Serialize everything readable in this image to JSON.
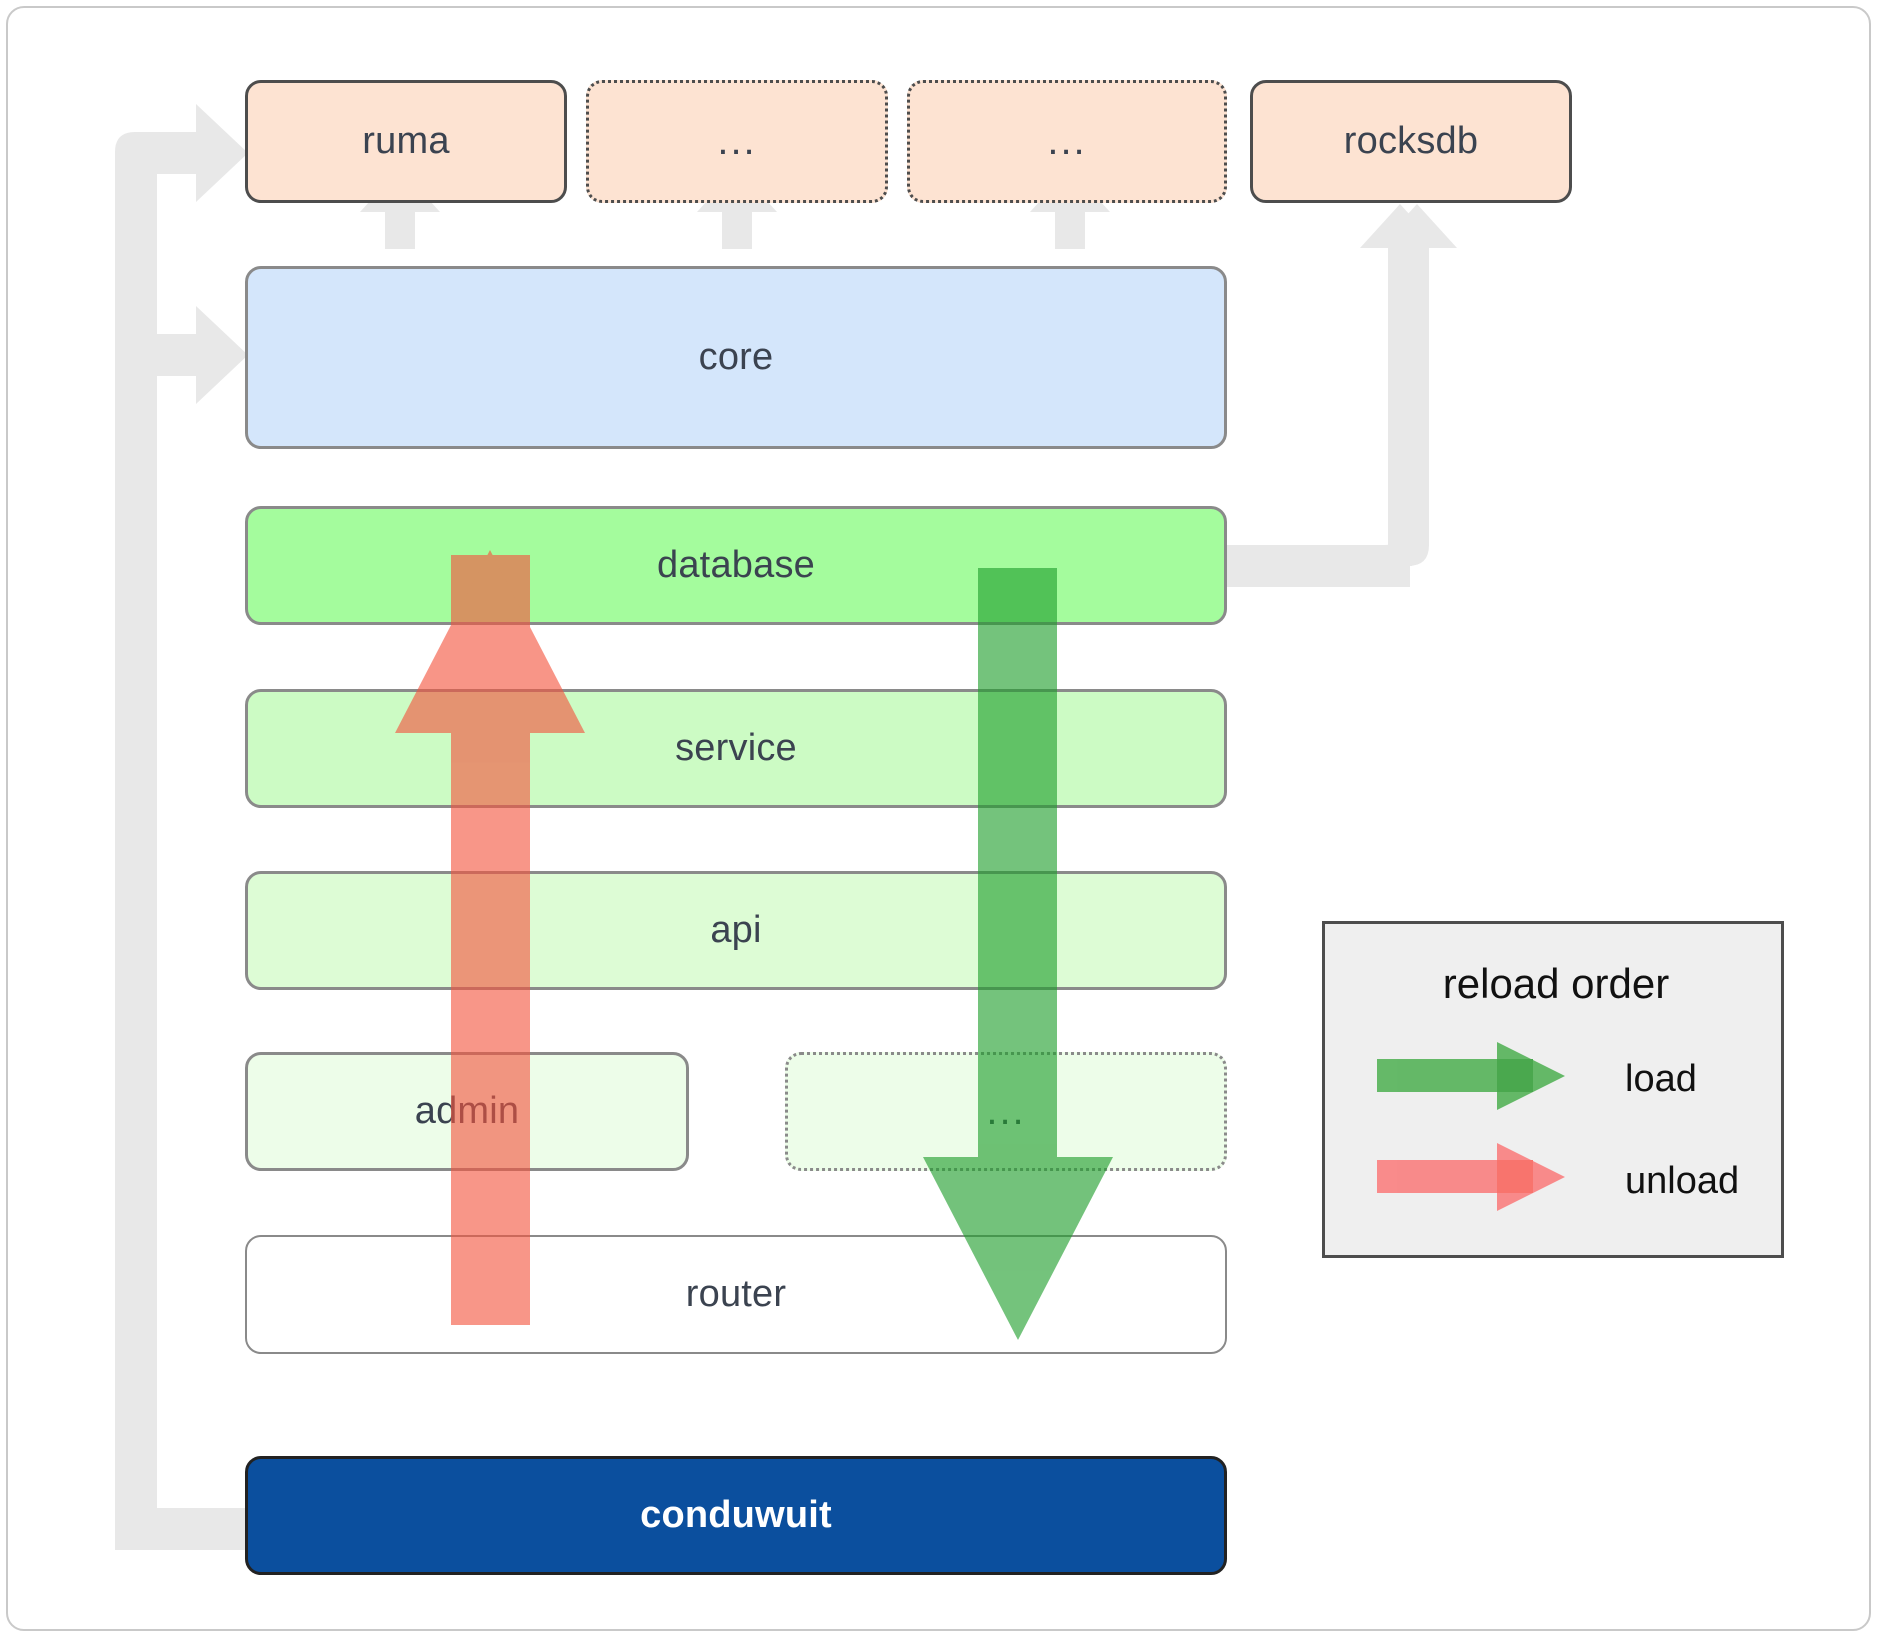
{
  "diagram": {
    "title": "conduwuit crate dependency / reload order",
    "dependencies": [
      {
        "id": "ruma",
        "label": "ruma",
        "style": "solid",
        "fill": "#fde3d2"
      },
      {
        "id": "dep-2",
        "label": "...",
        "style": "dotted",
        "fill": "#fde3d2"
      },
      {
        "id": "dep-3",
        "label": "...",
        "style": "dotted",
        "fill": "#fde3d2"
      },
      {
        "id": "rocksdb",
        "label": "rocksdb",
        "style": "solid",
        "fill": "#fde3d2"
      }
    ],
    "layers": [
      {
        "id": "core",
        "label": "core",
        "fill": "#d4e6fb",
        "style": "solid"
      },
      {
        "id": "database",
        "label": "database",
        "fill": "#a4fc9d",
        "style": "solid"
      },
      {
        "id": "service",
        "label": "service",
        "fill": "#ccfbc4",
        "style": "solid"
      },
      {
        "id": "api",
        "label": "api",
        "fill": "#ddfcd5",
        "style": "solid"
      },
      {
        "id": "admin",
        "label": "admin",
        "fill": "#edfde9",
        "style": "solid"
      },
      {
        "id": "admin-etc",
        "label": "...",
        "fill": "#edfde9",
        "style": "dotted"
      },
      {
        "id": "router",
        "label": "router",
        "fill": "#ffffff",
        "style": "solid"
      }
    ],
    "root": {
      "id": "conduwuit",
      "label": "conduwuit",
      "fill": "#0b4f9e",
      "text_color": "#ffffff"
    }
  },
  "legend": {
    "title": "reload order",
    "items": [
      {
        "id": "load",
        "label": "load",
        "color": "#4caf50"
      },
      {
        "id": "unload",
        "label": "unload",
        "color": "#fa8080"
      }
    ]
  },
  "colors": {
    "connector_grey": "#e8e8e8",
    "border_grey": "#8a8a8a",
    "border_dark": "#4d4d4d",
    "load_green": "#4caf50",
    "unload_red": "#fa8080",
    "page_background": "#ffffff",
    "legend_background": "#efefef"
  },
  "chart_data": {
    "type": "diagram",
    "title": "conduwuit crate layering and reload order",
    "nodes": [
      "ruma",
      "...",
      "...",
      "rocksdb",
      "core",
      "database",
      "service",
      "api",
      "admin",
      "...",
      "router",
      "conduwuit"
    ],
    "edges": [
      {
        "from": "core",
        "to": "ruma",
        "kind": "uses"
      },
      {
        "from": "core",
        "to": "dep-2",
        "kind": "uses"
      },
      {
        "from": "core",
        "to": "dep-3",
        "kind": "uses"
      },
      {
        "from": "database",
        "to": "rocksdb",
        "kind": "uses"
      },
      {
        "from": "conduwuit",
        "to": "ruma",
        "kind": "uses"
      },
      {
        "from": "conduwuit",
        "to": "core",
        "kind": "uses"
      }
    ],
    "load_order": [
      "database",
      "service",
      "api",
      "admin",
      "router"
    ],
    "unload_order": [
      "router",
      "admin",
      "api",
      "service",
      "database"
    ],
    "legend": [
      "load",
      "unload"
    ]
  }
}
